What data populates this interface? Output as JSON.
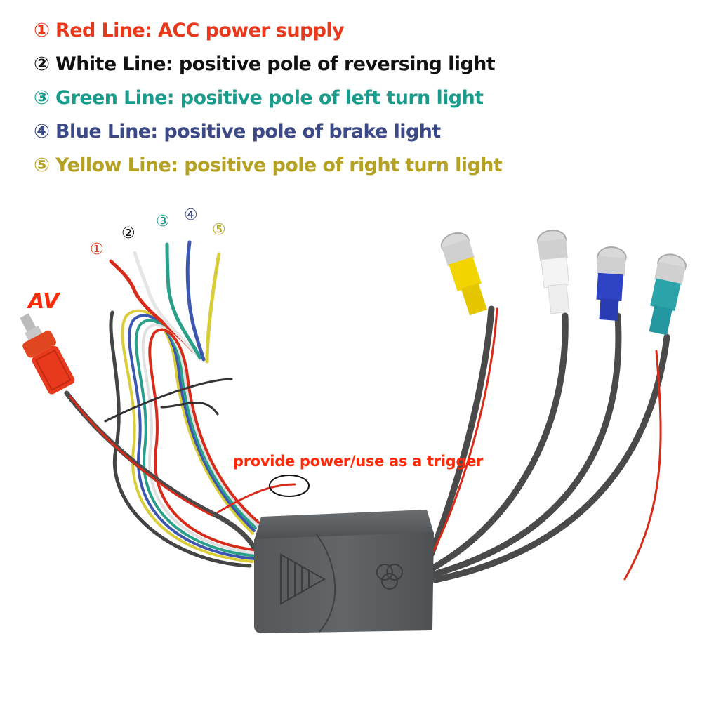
{
  "legend": [
    {
      "text": "① Red Line: ACC power supply",
      "color": "#e8391d"
    },
    {
      "text": "② White Line: positive pole of reversing light",
      "color": "#111111"
    },
    {
      "text": "③ Green Line: positive pole of left turn light",
      "color": "#1a9c8c"
    },
    {
      "text": "④ Blue Line: positive pole of brake light",
      "color": "#3b4a86"
    },
    {
      "text": "⑤ Yellow Line: positive pole of right turn light",
      "color": "#b5a224"
    }
  ],
  "wire_numbers": [
    {
      "text": "①",
      "color": "#e8391d"
    },
    {
      "text": "②",
      "color": "#111111"
    },
    {
      "text": "③",
      "color": "#1a9c8c"
    },
    {
      "text": "④",
      "color": "#3b4a86"
    },
    {
      "text": "⑤",
      "color": "#b5a224"
    }
  ],
  "av_label": {
    "text": "AV",
    "color": "#ff2a0a"
  },
  "trigger_label": {
    "text": "provide power/use as a trigger",
    "color": "#ff2a0a"
  },
  "connectors": {
    "left_rca": "red",
    "right_rca": [
      "yellow",
      "white",
      "blue",
      "teal"
    ]
  }
}
